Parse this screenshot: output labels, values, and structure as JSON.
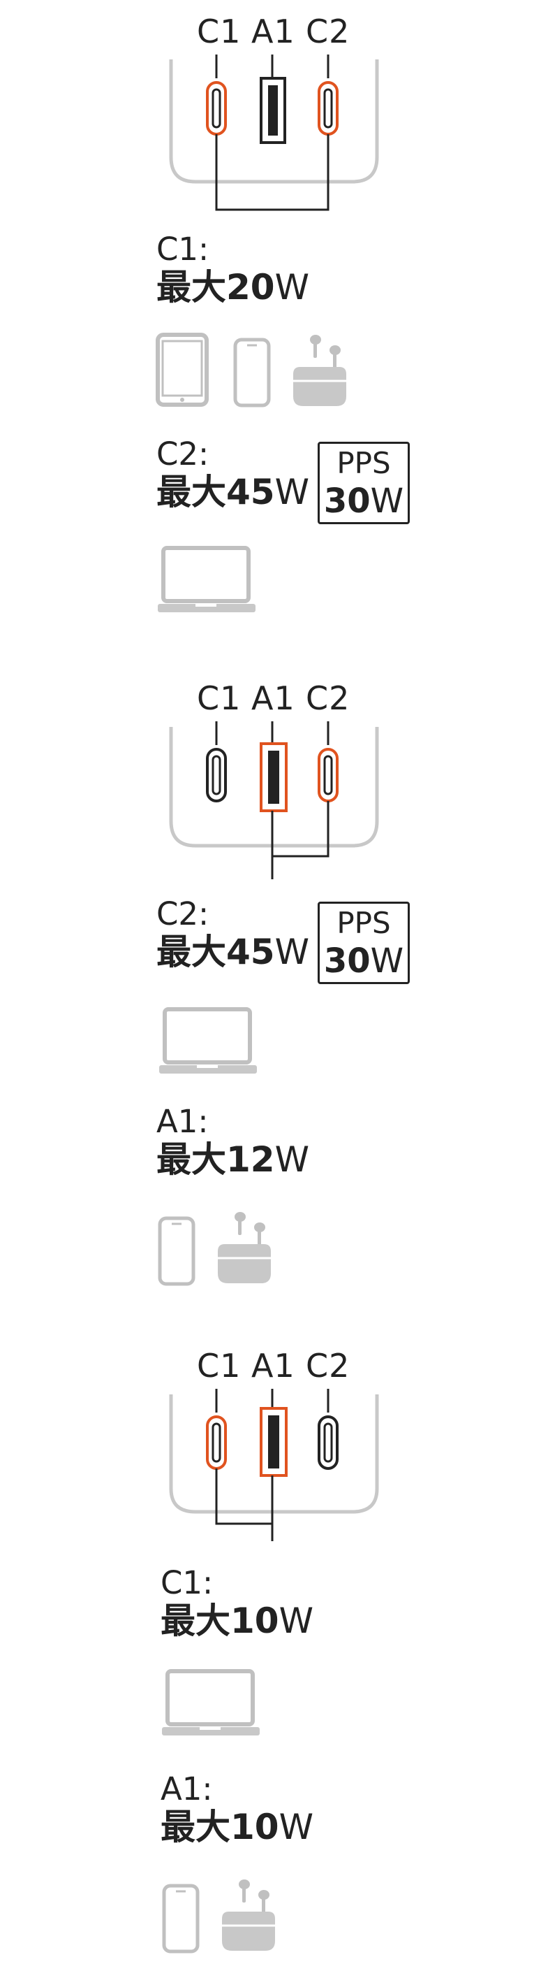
{
  "colors": {
    "accent": "#e0531f",
    "dark": "#222222",
    "gray": "#bdbdbd"
  },
  "sections": [
    {
      "labels": {
        "c1": "C1",
        "a1": "A1",
        "c2": "C2"
      },
      "highlighted": [
        "C1",
        "C2"
      ],
      "specs": [
        {
          "port": "C1:",
          "watt_prefix": "最大",
          "watt_value": "20",
          "watt_unit": "W",
          "devices": [
            "tablet-icon",
            "phone-icon",
            "earbuds-icon"
          ]
        },
        {
          "port": "C2:",
          "watt_prefix": "最大",
          "watt_value": "45",
          "watt_unit": "W",
          "pps_top": "PPS",
          "pps_value": "30",
          "pps_unit": "W",
          "devices": [
            "laptop-icon"
          ]
        }
      ]
    },
    {
      "labels": {
        "c1": "C1",
        "a1": "A1",
        "c2": "C2"
      },
      "highlighted": [
        "A1",
        "C2"
      ],
      "specs": [
        {
          "port": "C2:",
          "watt_prefix": "最大",
          "watt_value": "45",
          "watt_unit": "W",
          "pps_top": "PPS",
          "pps_value": "30",
          "pps_unit": "W",
          "devices": [
            "laptop-icon"
          ]
        },
        {
          "port": "A1:",
          "watt_prefix": "最大",
          "watt_value": "12",
          "watt_unit": "W",
          "devices": [
            "phone-icon",
            "earbuds-icon"
          ]
        }
      ]
    },
    {
      "labels": {
        "c1": "C1",
        "a1": "A1",
        "c2": "C2"
      },
      "highlighted": [
        "C1",
        "A1"
      ],
      "specs": [
        {
          "port": "C1:",
          "watt_prefix": "最大",
          "watt_value": "10",
          "watt_unit": "W",
          "devices": [
            "laptop-icon"
          ]
        },
        {
          "port": "A1:",
          "watt_prefix": "最大",
          "watt_value": "10",
          "watt_unit": "W",
          "devices": [
            "phone-icon",
            "earbuds-icon"
          ]
        }
      ]
    }
  ]
}
